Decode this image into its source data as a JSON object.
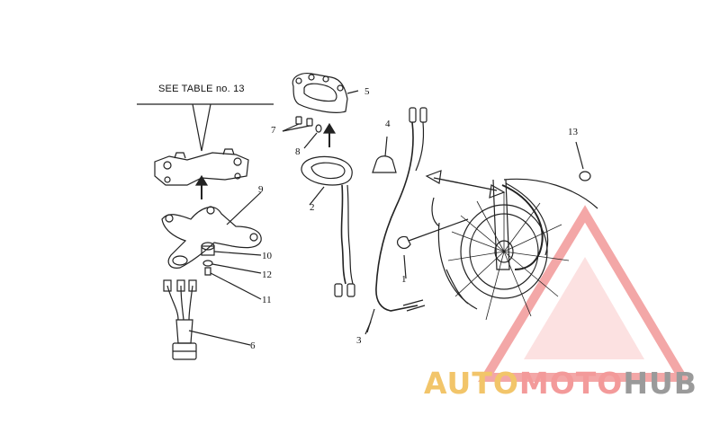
{
  "reference_note": "SEE TABLE no. 13",
  "callouts": [
    "1",
    "2",
    "3",
    "4",
    "5",
    "6",
    "7",
    "8",
    "9",
    "10",
    "11",
    "12",
    "13"
  ],
  "watermark": {
    "part1": "AUTO",
    "part2": "MOTO",
    "part3": "HUB"
  },
  "colors": {
    "line": "#222222",
    "watermark_red": "#f08a8a",
    "watermark_gold": "#f2c56a",
    "watermark_gray": "#9a9a9a"
  }
}
